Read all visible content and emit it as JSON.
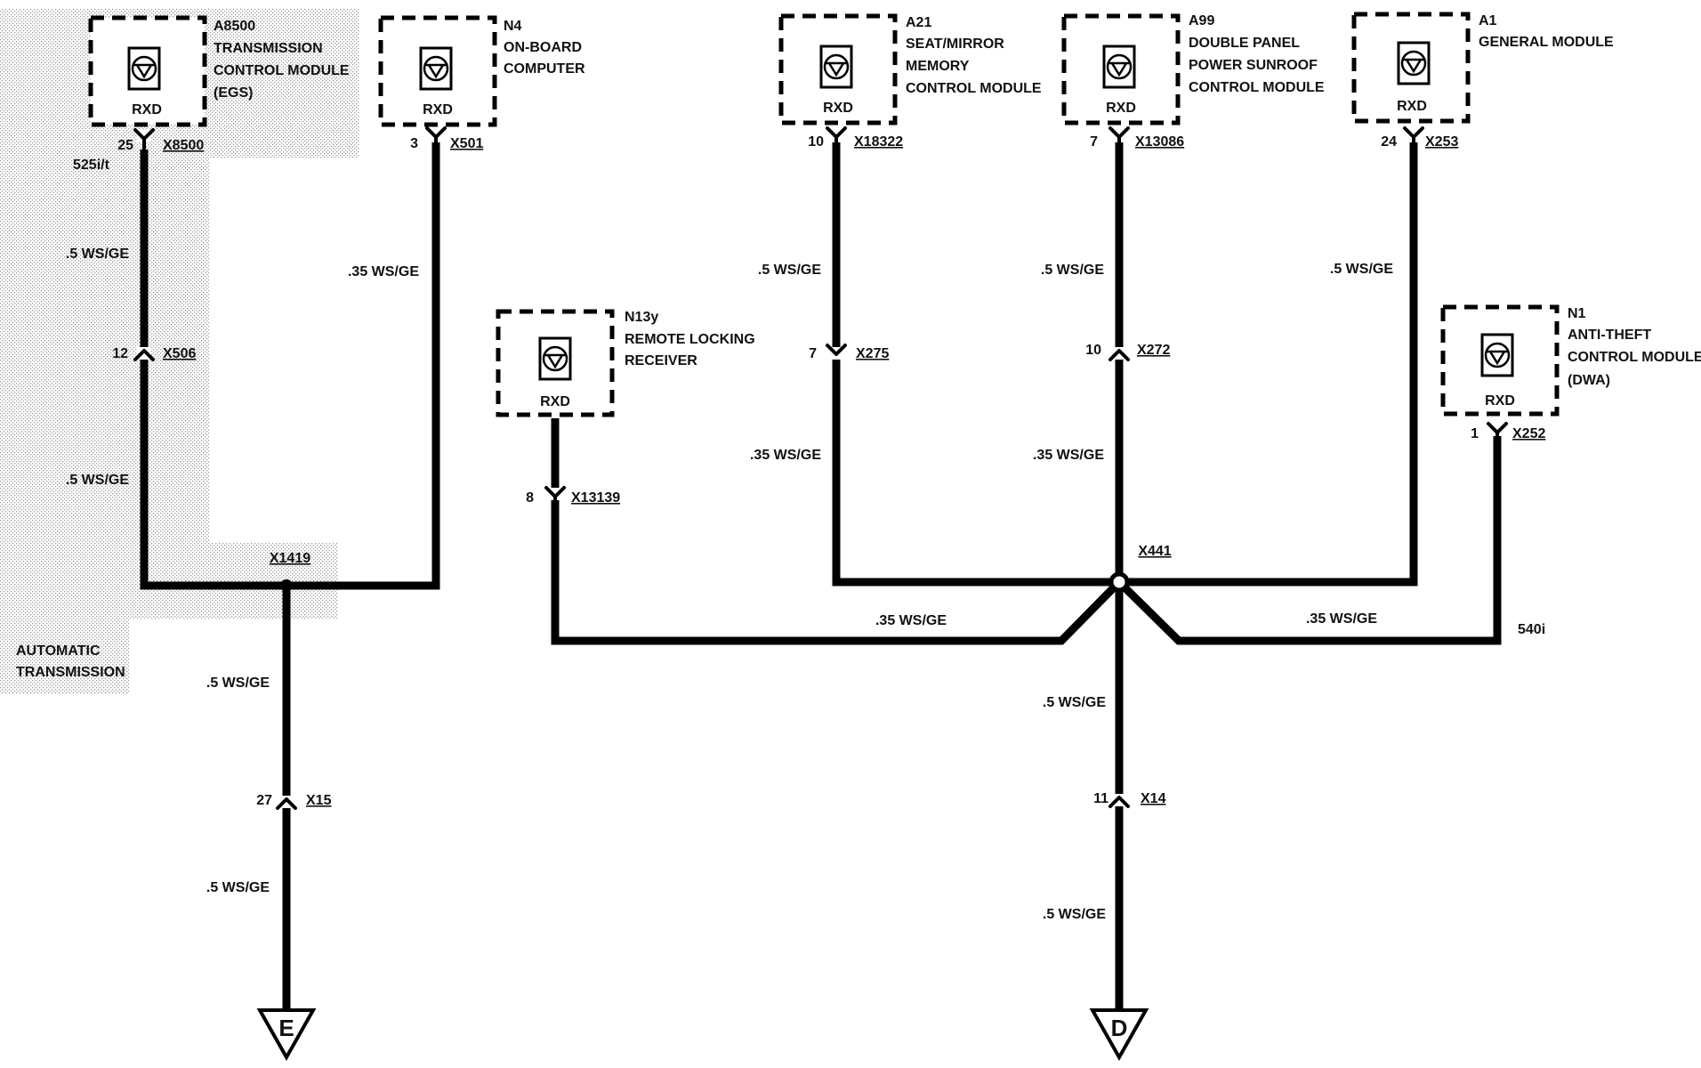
{
  "modules": {
    "a8500": {
      "id": "A8500",
      "desc": [
        "TRANSMISSION",
        "CONTROL MODULE",
        "(EGS)"
      ],
      "pin_label": "RXD",
      "pin": "25",
      "connector": "X8500",
      "note": "525i/t"
    },
    "n4": {
      "id": "N4",
      "desc": [
        "ON-BOARD",
        "COMPUTER"
      ],
      "pin_label": "RXD",
      "pin": "3",
      "connector": "X501"
    },
    "a21": {
      "id": "A21",
      "desc": [
        "SEAT/MIRROR",
        "MEMORY",
        "CONTROL MODULE"
      ],
      "pin_label": "RXD",
      "pin": "10",
      "connector": "X18322"
    },
    "a99": {
      "id": "A99",
      "desc": [
        "DOUBLE PANEL",
        "POWER SUNROOF",
        "CONTROL MODULE"
      ],
      "pin_label": "RXD",
      "pin": "7",
      "connector": "X13086"
    },
    "a1": {
      "id": "A1",
      "desc": [
        "GENERAL MODULE"
      ],
      "pin_label": "RXD",
      "pin": "24",
      "connector": "X253"
    },
    "n13y": {
      "id": "N13y",
      "desc": [
        "REMOTE LOCKING",
        "RECEIVER"
      ],
      "pin_label": "RXD",
      "pin": "8",
      "connector": "X13139"
    },
    "n1": {
      "id": "N1",
      "desc": [
        "ANTI-THEFT",
        "CONTROL MODULE",
        "(DWA)"
      ],
      "pin_label": "RXD",
      "pin": "1",
      "connector": "X252"
    }
  },
  "inline_connectors": {
    "x506": {
      "pin": "12",
      "connector": "X506"
    },
    "x275": {
      "pin": "7",
      "connector": "X275"
    },
    "x272": {
      "pin": "10",
      "connector": "X272"
    },
    "x15": {
      "pin": "27",
      "connector": "X15"
    },
    "x14": {
      "pin": "11",
      "connector": "X14"
    }
  },
  "splices": {
    "x1419": "X1419",
    "x441": "X441"
  },
  "wire_labels": {
    "a8500_upper": ".5 WS/GE",
    "a8500_lower": ".5 WS/GE",
    "n4": ".35 WS/GE",
    "a21_upper": ".5 WS/GE",
    "a21_lower": ".35 WS/GE",
    "a99_upper": ".5 WS/GE",
    "a99_lower": ".35 WS/GE",
    "a1": ".5 WS/GE",
    "n13y": ".35 WS/GE",
    "n1": ".35 WS/GE",
    "e_upper": ".5 WS/GE",
    "e_lower": ".5 WS/GE",
    "d_upper": ".5 WS/GE",
    "d_lower": ".5 WS/GE"
  },
  "notes": {
    "automatic": [
      "AUTOMATIC",
      "TRANSMISSION"
    ],
    "n1_variant": "540i"
  },
  "continuations": {
    "left": "E",
    "right": "D"
  }
}
